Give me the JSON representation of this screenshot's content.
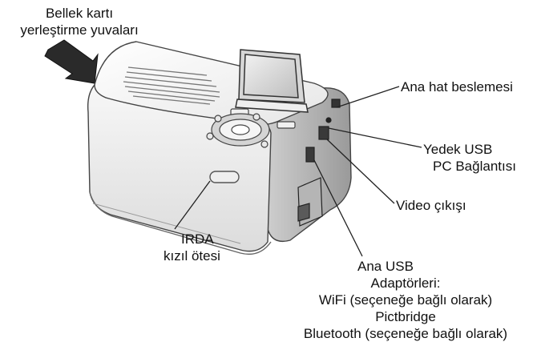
{
  "labels": {
    "memory_card_slots": {
      "line1": "Bellek kartı",
      "line2": "yerleştirme yuvaları"
    },
    "main_power": "Ana hat beslemesi",
    "backup_usb": {
      "line1": "Yedek USB",
      "line2": "PC Bağlantısı"
    },
    "video_out": "Video çıkışı",
    "irda": {
      "line1": "IRDA",
      "line2": "kızıl ötesi"
    },
    "main_usb": {
      "line1": "Ana USB",
      "line2": "Adaptörleri:",
      "line3": "WiFi (seçeneğe bağlı olarak)",
      "line4": "Pictbridge",
      "line5": "Bluetooth (seçeneğe bağlı olarak)"
    }
  }
}
